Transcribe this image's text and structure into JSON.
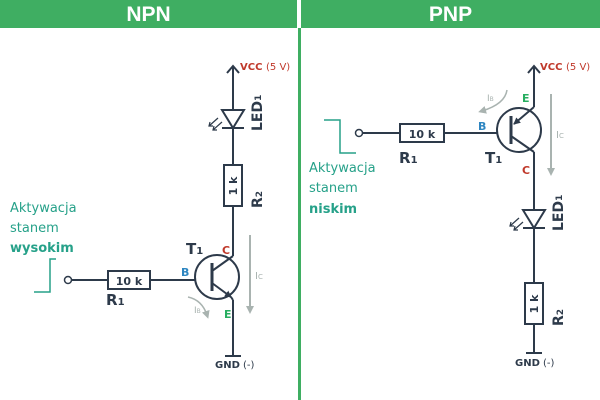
{
  "colors": {
    "header_bg": "#3fae62",
    "wire": "#2d3a4a",
    "vcc_red": "#c0392b",
    "base_blue": "#2e86c1",
    "emitter_green": "#27ae60",
    "current_gray": "#a9b3b0",
    "activation_teal": "#26a189"
  },
  "panels": [
    {
      "title": "NPN",
      "vcc_label": "VCC",
      "vcc_value": "(5 V)",
      "gnd_label": "GND",
      "gnd_value": "(-)",
      "led_label": "LED",
      "led_sub": "1",
      "r1_value": "10 k",
      "r1_label": "R",
      "r1_sub": "1",
      "r2_value": "1 k",
      "r2_label": "R",
      "r2_sub": "2",
      "transistor_label": "T",
      "transistor_sub": "1",
      "pin_b": "B",
      "pin_c": "C",
      "pin_e": "E",
      "ib_label": "I",
      "ib_sub": "B",
      "ic_label": "I",
      "ic_sub": "C",
      "activation_line1": "Aktywacja",
      "activation_line2": "stanem",
      "activation_line3": "wysokim"
    },
    {
      "title": "PNP",
      "vcc_label": "VCC",
      "vcc_value": "(5 V)",
      "gnd_label": "GND",
      "gnd_value": "(-)",
      "led_label": "LED",
      "led_sub": "1",
      "r1_value": "10 k",
      "r1_label": "R",
      "r1_sub": "1",
      "r2_value": "1 k",
      "r2_label": "R",
      "r2_sub": "2",
      "transistor_label": "T",
      "transistor_sub": "1",
      "pin_b": "B",
      "pin_c": "C",
      "pin_e": "E",
      "ib_label": "I",
      "ib_sub": "B",
      "ic_label": "I",
      "ic_sub": "C",
      "activation_line1": "Aktywacja",
      "activation_line2": "stanem",
      "activation_line3": "niskim"
    }
  ]
}
